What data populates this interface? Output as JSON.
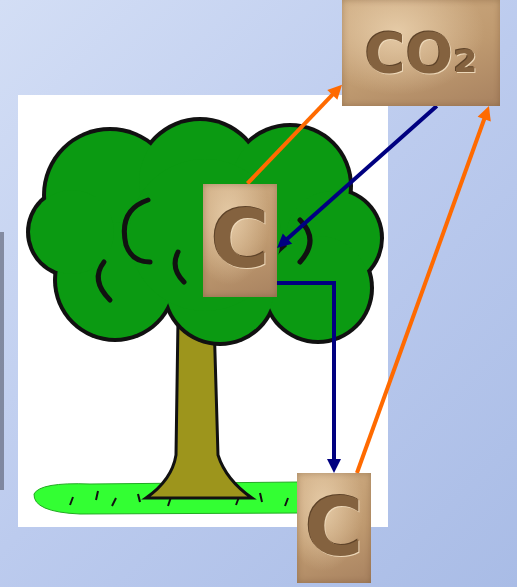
{
  "diagram": {
    "nodes": [
      {
        "text": [
          "CO₂"
        ]
      },
      {
        "text": [
          "C"
        ]
      },
      {
        "text": [
          "C"
        ]
      }
    ],
    "edges": [
      {
        "from": 1,
        "to": 0,
        "arrow": "to"
      },
      {
        "from": 0,
        "to": 1,
        "arrow": "to"
      },
      {
        "from": 1,
        "to": 2,
        "arrow": "to"
      },
      {
        "from": 2,
        "to": 0,
        "arrow": "to"
      }
    ]
  }
}
